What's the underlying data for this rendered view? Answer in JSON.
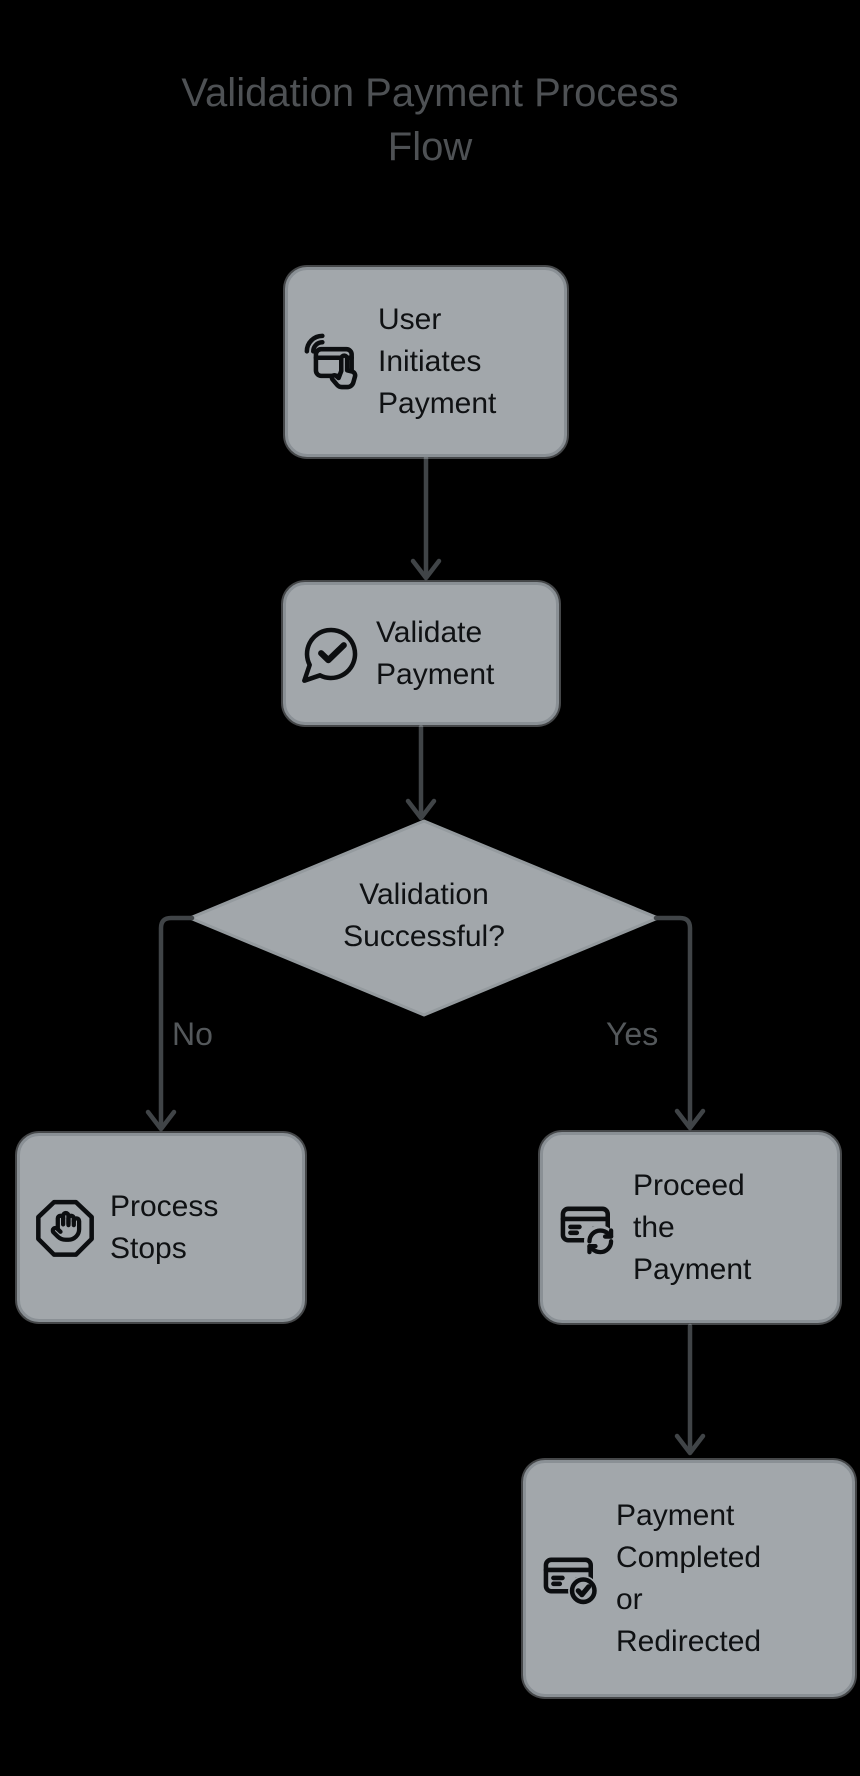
{
  "diagram": {
    "title_line1": "Validation Payment Process",
    "title_line2": "Flow",
    "type": "flowchart",
    "colors": {
      "background": "#000000",
      "node_fill": "#a2a7ab",
      "node_border": "#8a9095",
      "node_text": "#0f1113",
      "edge_line": "#404447",
      "edge_label_text": "#54585b",
      "title_text": "#4e5154"
    },
    "nodes": [
      {
        "id": "start",
        "label": "User\nInitiates\nPayment",
        "icon": "tap-payment-icon",
        "shape": "rounded-rect"
      },
      {
        "id": "validate",
        "label": "Validate\nPayment",
        "icon": "message-check-icon",
        "shape": "rounded-rect"
      },
      {
        "id": "decision",
        "label": "Validation\nSuccessful?",
        "icon": "",
        "shape": "diamond"
      },
      {
        "id": "stop",
        "label": "Process\nStops",
        "icon": "stop-hand-icon",
        "shape": "rounded-rect"
      },
      {
        "id": "proceed",
        "label": "Proceed\nthe\nPayment",
        "icon": "card-refresh-icon",
        "shape": "rounded-rect"
      },
      {
        "id": "complete",
        "label": "Payment\nCompleted\nor\nRedirected",
        "icon": "card-check-icon",
        "shape": "rounded-rect"
      }
    ],
    "edges": [
      {
        "from": "start",
        "to": "validate",
        "label": ""
      },
      {
        "from": "validate",
        "to": "decision",
        "label": ""
      },
      {
        "from": "decision",
        "to": "stop",
        "label": "No"
      },
      {
        "from": "decision",
        "to": "proceed",
        "label": "Yes"
      },
      {
        "from": "proceed",
        "to": "complete",
        "label": ""
      }
    ],
    "edge_labels": {
      "no": "No",
      "yes": "Yes"
    }
  }
}
